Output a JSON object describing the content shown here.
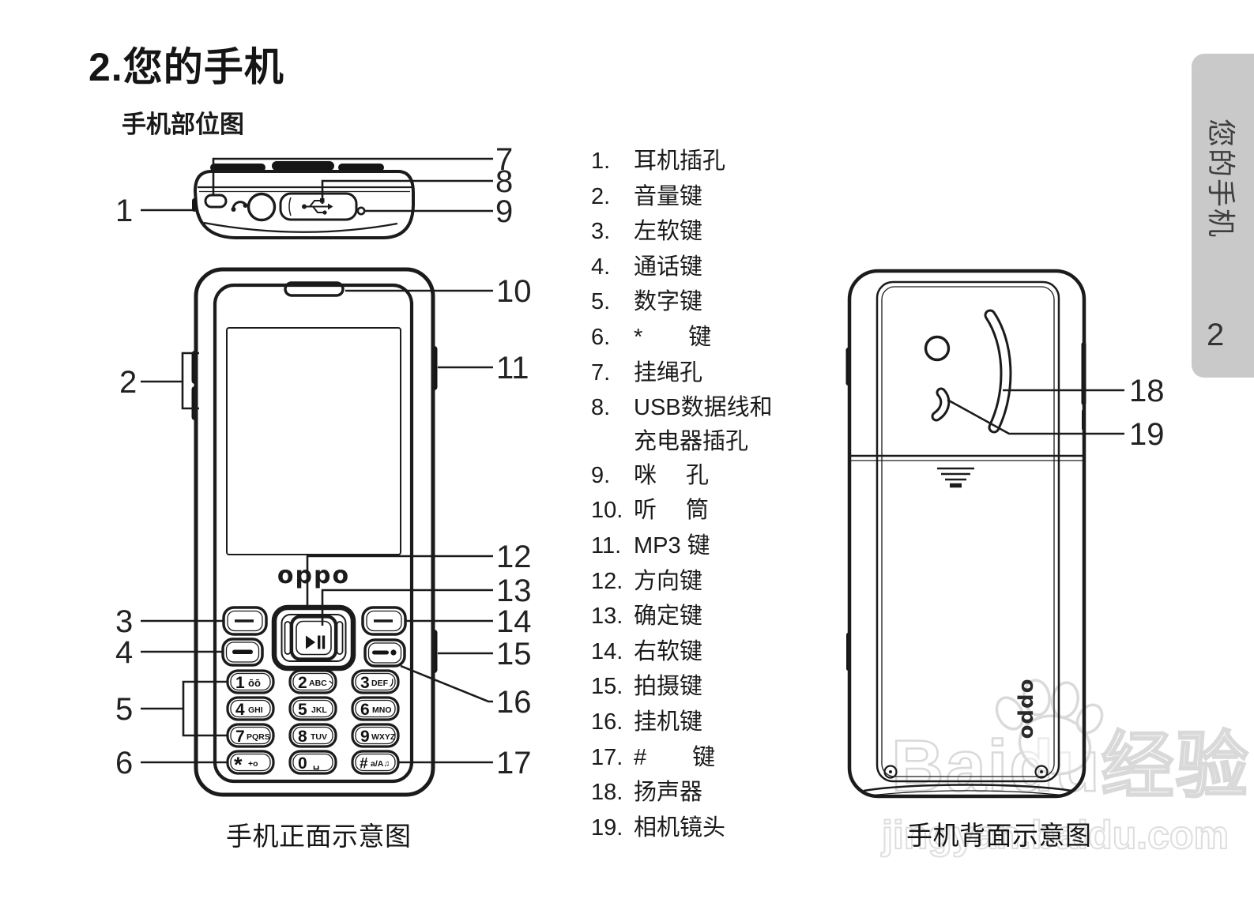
{
  "page": {
    "title": "2.您的手机",
    "subtitle": "手机部位图",
    "front_caption": "手机正面示意图",
    "back_caption": "手机背面示意图"
  },
  "sidebar": {
    "label": "您的手机",
    "page_number": "2"
  },
  "parts_list": [
    {
      "num": "1.",
      "label": "耳机插孔"
    },
    {
      "num": "2.",
      "label": "音量键"
    },
    {
      "num": "3.",
      "label": "左软键"
    },
    {
      "num": "4.",
      "label": "通话键"
    },
    {
      "num": "5.",
      "label": "数字键"
    },
    {
      "num": "6.",
      "label": "*　　键"
    },
    {
      "num": "7.",
      "label": "挂绳孔"
    },
    {
      "num": "8.",
      "label": "USB数据线和",
      "line2": "充电器插孔"
    },
    {
      "num": "9.",
      "label": "咪　 孔"
    },
    {
      "num": "10.",
      "label": "听　 筒"
    },
    {
      "num": "11.",
      "label": "MP3 键"
    },
    {
      "num": "12.",
      "label": "方向键"
    },
    {
      "num": "13.",
      "label": "确定键"
    },
    {
      "num": "14.",
      "label": "右软键"
    },
    {
      "num": "15.",
      "label": "拍摄键"
    },
    {
      "num": "16.",
      "label": "挂机键"
    },
    {
      "num": "17.",
      "label": "#　　键"
    },
    {
      "num": "18.",
      "label": "扬声器"
    },
    {
      "num": "19.",
      "label": "相机镜头"
    }
  ],
  "callouts": {
    "c1": "1",
    "c2": "2",
    "c3": "3",
    "c4": "4",
    "c5": "5",
    "c6": "6",
    "c7": "7",
    "c8": "8",
    "c9": "9",
    "c10": "10",
    "c11": "11",
    "c12": "12",
    "c13": "13",
    "c14": "14",
    "c15": "15",
    "c16": "16",
    "c17": "17",
    "c18": "18",
    "c19": "19"
  },
  "keypad": [
    {
      "d": "1",
      "s": "ōō"
    },
    {
      "d": "2",
      "s": "ABC丶"
    },
    {
      "d": "3",
      "s": "DEF丿"
    },
    {
      "d": "4",
      "s": "GHI"
    },
    {
      "d": "5",
      "s": "JKL"
    },
    {
      "d": "6",
      "s": "MNO"
    },
    {
      "d": "7",
      "s": "PQRS"
    },
    {
      "d": "8",
      "s": "TUV"
    },
    {
      "d": "9",
      "s": "WXYZ"
    },
    {
      "d": "*",
      "s": "+o"
    },
    {
      "d": "0",
      "s": "␣"
    },
    {
      "d": "#",
      "s": "a/A♫"
    }
  ],
  "brand": {
    "front": "oppo",
    "back": "oppo"
  },
  "watermark": {
    "brand": "Baidu",
    "suffix": "经验",
    "url": "jingyan.baidu.com"
  },
  "colors": {
    "line": "#1b1b1b",
    "sidebar_bg": "#c9c9c9",
    "watermark": "#d9d9d9"
  }
}
